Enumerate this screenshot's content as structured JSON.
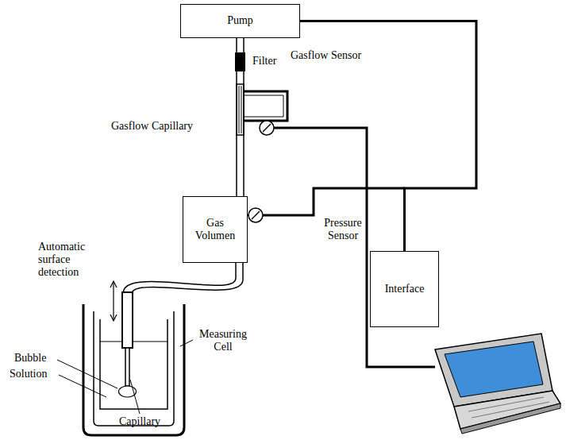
{
  "diagram": {
    "nodes": [
      {
        "text": [
          "Pump"
        ]
      },
      {
        "text": [
          "Gas Volumen"
        ]
      },
      {
        "text": [
          "Interface"
        ]
      }
    ],
    "edges": [
      {
        "from": 0,
        "to": 1,
        "arrow": "none"
      },
      {
        "from": 0,
        "to": 2,
        "arrow": "none"
      }
    ],
    "labels": [
      "Filter",
      "Gasflow Capillary",
      "Gasflow Sensor",
      "Pressure Sensor",
      "Automatic surface detection",
      "Bubble",
      "Solution",
      "Measuring Cell",
      "Capillary"
    ]
  }
}
